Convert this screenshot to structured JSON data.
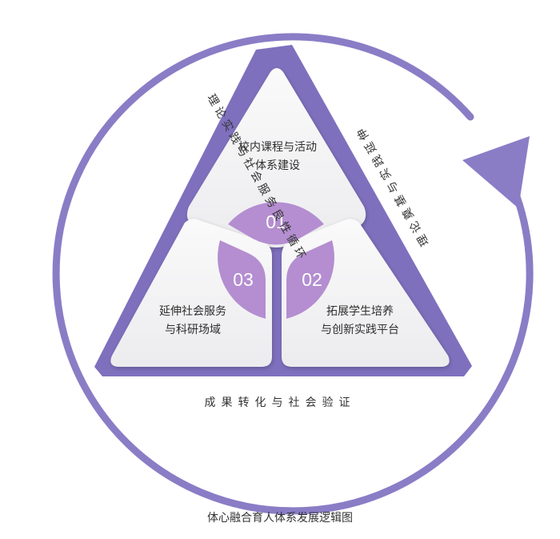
{
  "diagram": {
    "segments": [
      {
        "number": "01",
        "line1": "校内课程与活动",
        "line2": "体系建设"
      },
      {
        "number": "02",
        "line1": "拓展学生培养",
        "line2": "与创新实践平台"
      },
      {
        "number": "03",
        "line1": "延伸社会服务",
        "line2": "与科研场域"
      }
    ],
    "cycle_labels": {
      "left": "理论实践与社会服务良性循环",
      "right": "理论奠基与实践延伸",
      "bottom": "成果转化与社会验证"
    },
    "caption": "体心融合育人体系发展逻辑图"
  },
  "colors": {
    "ring": "#8a7dc6",
    "frame": "#7f70be",
    "center_circle": "#b48ed0",
    "card": "#f4f4f6",
    "text": "#333333"
  }
}
